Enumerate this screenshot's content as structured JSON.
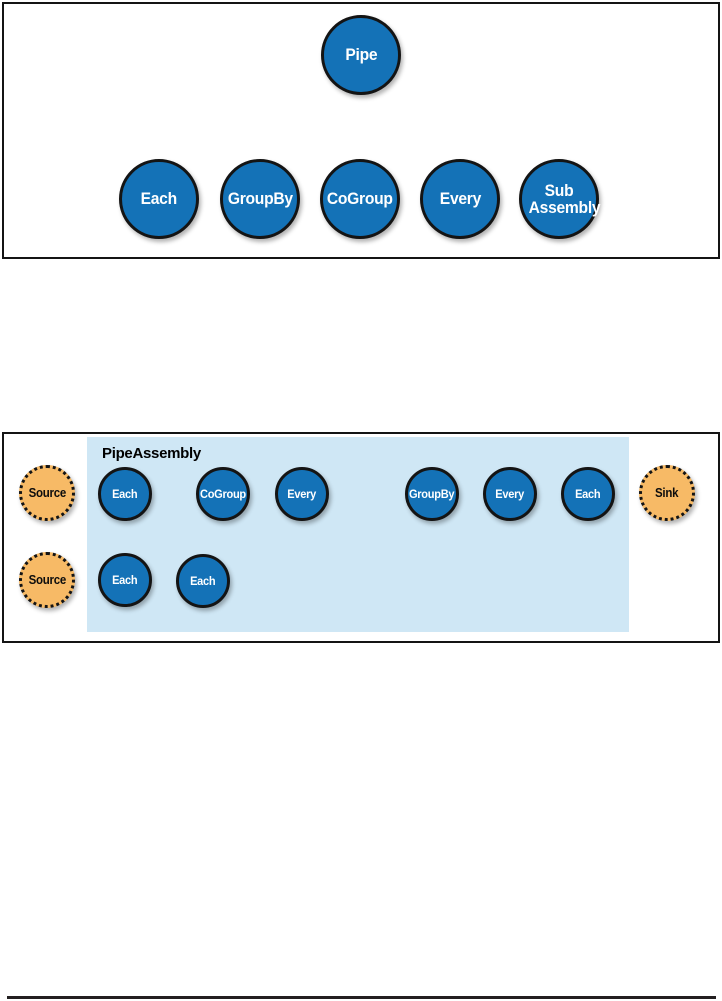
{
  "colors": {
    "node-blue": "#1472b7",
    "node-border": "#141414",
    "assembly-bg": "#cfe7f5",
    "node-orange": "#f7ba66",
    "rule-color": "#231f20"
  },
  "figure1": {
    "root": {
      "label": "Pipe"
    },
    "children": [
      {
        "label": "Each"
      },
      {
        "label": "GroupBy"
      },
      {
        "label": "CoGroup"
      },
      {
        "label": "Every"
      },
      {
        "label": "Sub Assembly"
      }
    ]
  },
  "figure2": {
    "container_label": "PipeAssembly",
    "sources": [
      {
        "label": "Source"
      },
      {
        "label": "Source"
      }
    ],
    "sink": {
      "label": "Sink"
    },
    "top_row": [
      {
        "label": "Each"
      },
      {
        "label": "CoGroup"
      },
      {
        "label": "Every"
      },
      {
        "label": "GroupBy"
      },
      {
        "label": "Every"
      },
      {
        "label": "Each"
      }
    ],
    "bottom_row": [
      {
        "label": "Each"
      },
      {
        "label": "Each"
      }
    ]
  }
}
